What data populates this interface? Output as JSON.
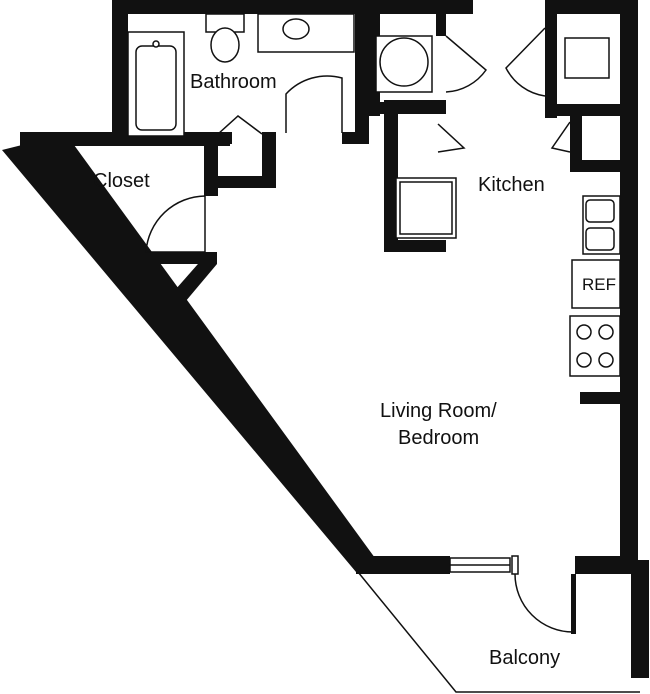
{
  "floor_plan": {
    "rooms": {
      "bathroom": "Bathroom",
      "closet": "Closet",
      "kitchen": "Kitchen",
      "living_line1": "Living Room/",
      "living_line2": "Bedroom",
      "balcony": "Balcony"
    },
    "appliances": {
      "refrigerator": "REF"
    },
    "colors": {
      "wall": "#111111",
      "background": "#ffffff"
    }
  }
}
